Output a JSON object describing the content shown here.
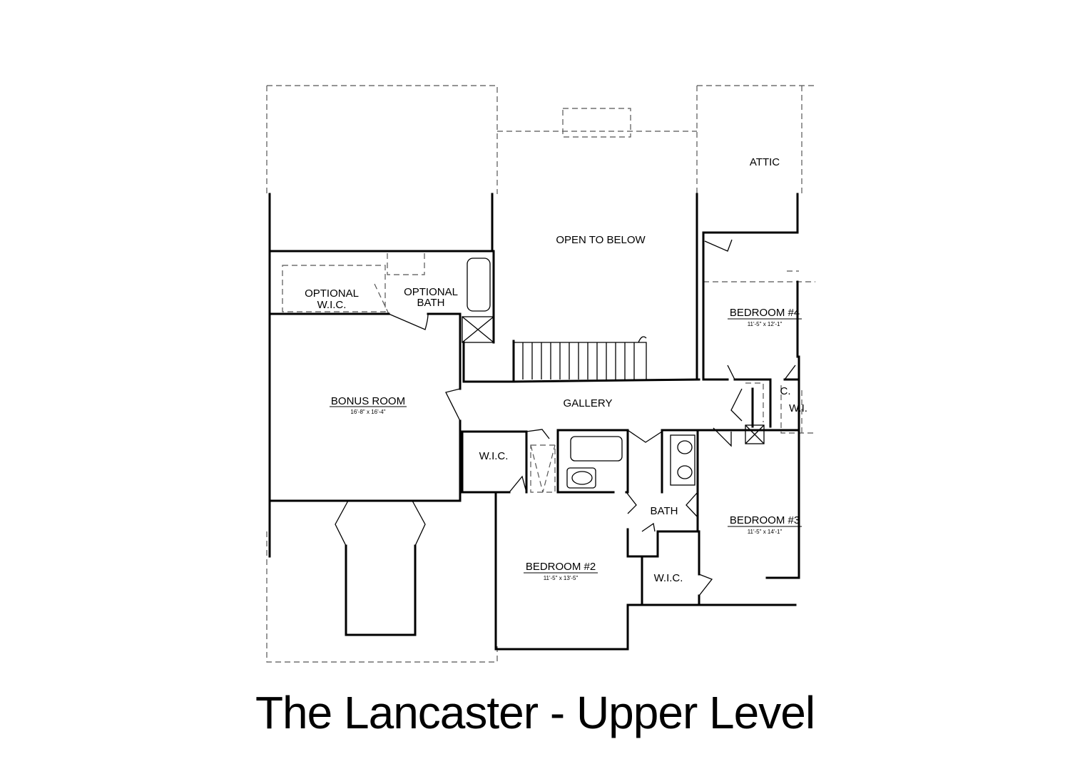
{
  "title": "The Lancaster - Upper Level",
  "rooms": {
    "attic": {
      "name": "ATTIC"
    },
    "open_to_below": {
      "name": "OPEN TO BELOW"
    },
    "optional_wic": {
      "line1": "OPTIONAL",
      "line2": "W.I.C."
    },
    "optional_bath": {
      "line1": "OPTIONAL",
      "line2": "BATH"
    },
    "bedroom4": {
      "name": "BEDROOM #4",
      "dims": "11'-5\" x 12'-1\""
    },
    "bonus_room": {
      "name": "BONUS ROOM",
      "dims": "16'-8\" x 16'-4\""
    },
    "gallery": {
      "name": "GALLERY"
    },
    "closet": {
      "name": "C."
    },
    "walk_in": {
      "name": "W.I."
    },
    "wic_bed2": {
      "name": "W.I.C."
    },
    "bath": {
      "name": "BATH"
    },
    "bedroom3": {
      "name": "BEDROOM #3",
      "dims": "11'-5\" x 14'-1\""
    },
    "bedroom2": {
      "name": "BEDROOM #2",
      "dims": "11'-5\" x 13'-5\""
    },
    "wic_lower": {
      "name": "W.I.C."
    }
  }
}
